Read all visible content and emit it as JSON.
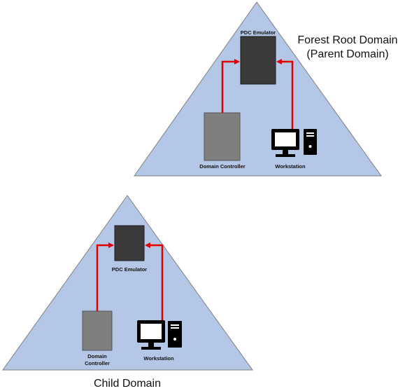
{
  "forest_root": {
    "title_line1": "Forest Root Domain",
    "title_line2": "(Parent Domain)",
    "pdc_label": "PDC Emulator",
    "dc_label": "Domain Controller",
    "ws_label": "Workstation"
  },
  "child": {
    "title": "Child Domain",
    "pdc_label": "PDC Emulator",
    "dc_label_line1": "Domain",
    "dc_label_line2": "Controller",
    "ws_label": "Workstation"
  },
  "colors": {
    "triangle_fill": "#b4c7e7",
    "triangle_stroke": "#7f7f7f",
    "pdc_fill": "#3a3a3a",
    "dc_fill": "#7f7f7f",
    "arrow": "#e00000",
    "icon": "#000000"
  }
}
